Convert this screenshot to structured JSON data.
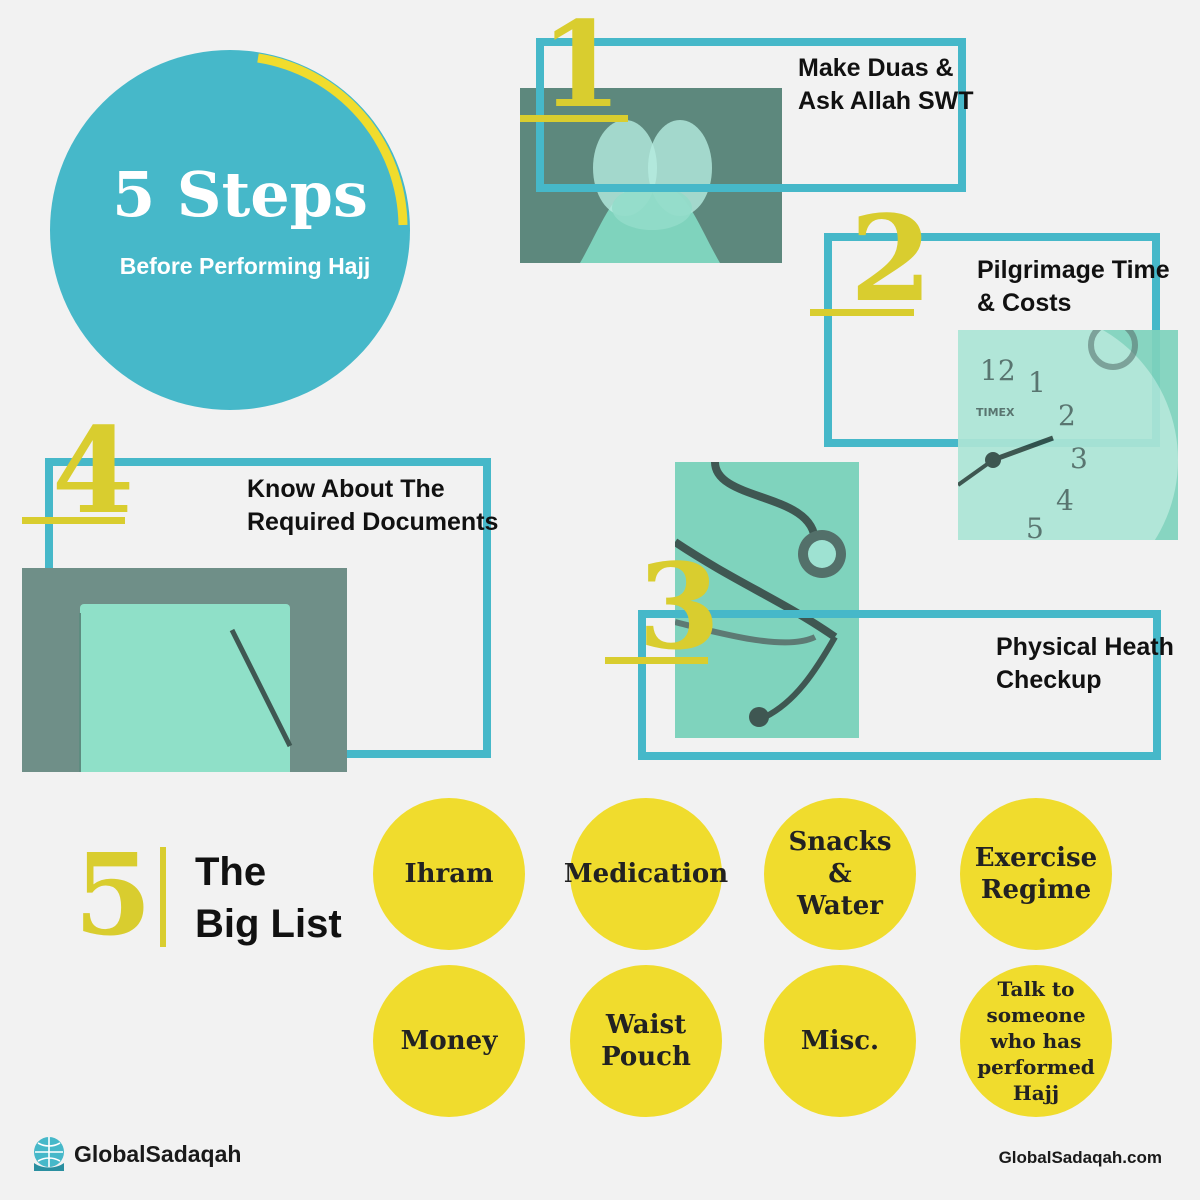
{
  "hero": {
    "title": "5 Steps",
    "subtitle": "Before Performing Hajj"
  },
  "steps": [
    {
      "number": "1",
      "title_line1": "Make Duas &",
      "title_line2": "Ask Allah SWT"
    },
    {
      "number": "2",
      "title_line1": "Pilgrimage Time",
      "title_line2": "& Costs"
    },
    {
      "number": "3",
      "title_line1": "Physical Heath",
      "title_line2": "Checkup"
    },
    {
      "number": "4",
      "title_line1": "Know About The",
      "title_line2": "Required Documents"
    }
  ],
  "big_list": {
    "number": "5",
    "title_line1": "The",
    "title_line2": "Big List",
    "items": [
      "Ihram",
      "Medication",
      "Snacks & Water",
      "Exercise Regime",
      "Money",
      "Waist Pouch",
      "Misc.",
      "Talk to someone who has performed Hajj"
    ]
  },
  "clock_labels": {
    "brand": "TIMEX",
    "n12": "12",
    "n1": "1",
    "n2": "2",
    "n3": "3",
    "n4": "4",
    "n5": "5"
  },
  "footer": {
    "brand": "GlobalSadaqah",
    "url": "GlobalSadaqah.com"
  },
  "colors": {
    "teal": "#46b8c9",
    "yellow": "#f0dc2d",
    "number_yellow": "#d9cd2f",
    "photo_tint": "#7fd3bd"
  }
}
